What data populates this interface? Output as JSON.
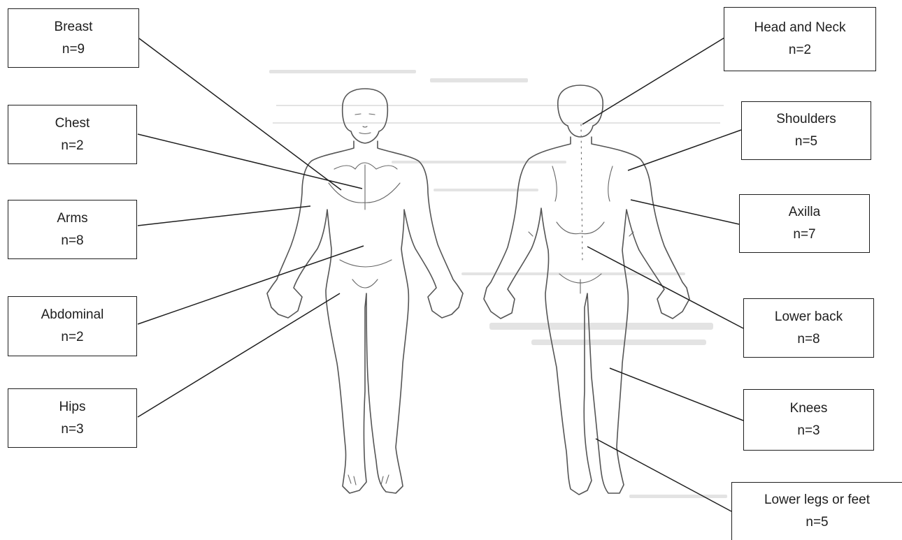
{
  "labels": {
    "breast": {
      "name": "Breast",
      "count": "n=9"
    },
    "chest": {
      "name": "Chest",
      "count": "n=2"
    },
    "arms": {
      "name": "Arms",
      "count": "n=8"
    },
    "abdominal": {
      "name": "Abdominal",
      "count": "n=2"
    },
    "hips": {
      "name": "Hips",
      "count": "n=3"
    },
    "head_neck": {
      "name": "Head and Neck",
      "count": "n=2"
    },
    "shoulders": {
      "name": "Shoulders",
      "count": "n=5"
    },
    "axilla": {
      "name": "Axilla",
      "count": "n=7"
    },
    "lower_back": {
      "name": "Lower back",
      "count": "n=8"
    },
    "knees": {
      "name": "Knees",
      "count": "n=3"
    },
    "lower_legs": {
      "name": "Lower legs or feet",
      "count": "n=5"
    }
  },
  "colors": {
    "line": "#1e1e1e",
    "figure_outline": "#555555",
    "background": "#ffffff"
  }
}
